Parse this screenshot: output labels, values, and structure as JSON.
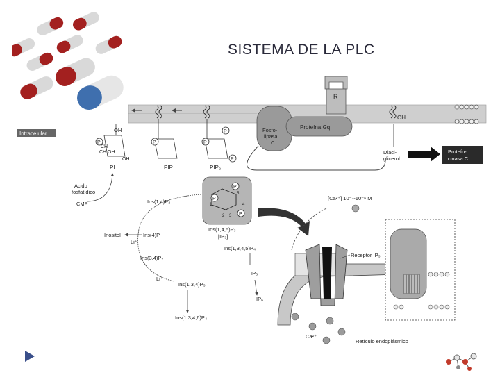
{
  "slide": {
    "title": "SISTEMA DE LA PLC"
  },
  "diagram": {
    "intracelular": "Intracelular",
    "receptor_R": "R",
    "proteina_gq": "Proteína Gq",
    "fosfolipasa": [
      "Fosfo-",
      "lipasa",
      "C"
    ],
    "pi_oh": "OH",
    "pi_ch": "CH",
    "pi_choh": "CH OH",
    "pi_oh2": "OH",
    "membrane_oh": "OH",
    "p": "P",
    "pi_label": "PI",
    "pip_label": "PIP",
    "pip2_label": "PIP₂",
    "diacilglicerol": [
      "Diaci-",
      "glicerol"
    ],
    "proteincinasa": [
      "Proteín-",
      "cinasa C"
    ],
    "acido_fosfatidico": [
      "Acido",
      "fosfatídico"
    ],
    "cmp": "CMP",
    "ins14p2": "Ins(1,4)P₂",
    "ins145p3": [
      "Ins(1,4,5)P₃",
      "[IP₃]"
    ],
    "ring_nums": [
      "5",
      "1",
      "4",
      "2",
      "3"
    ],
    "ca_conc": "[Ca²⁺] 10⁻⁷-10⁻⁶ M",
    "inositol": "Inositol",
    "ins4p": "Ins(4)P",
    "li1": "Li⁺",
    "ins1345p4": "Ins(1,3,4,5)P₄",
    "ins34p2": "Ins(3,4)P₂",
    "ip5": "IP₅",
    "li2": "Li⁺",
    "ins134p3": "Ins(1,3,4)P₃",
    "ip6": "IP₆",
    "ins1346p4": "Ins(1,3,4,6)P₄",
    "receptor_ip3": "Receptor IP₃",
    "ca2": "Ca²⁺",
    "reticulo": "Retículo endoplásmico"
  },
  "colors": {
    "membrane": "#cfcfcf",
    "title": "#2a2a3a",
    "nav": "#3a4f8a",
    "pill_red": "#a3201f",
    "pill_blue": "#3f6fae"
  },
  "icons": {
    "nav": "triangle-right-icon",
    "molecule": "molecule-icon",
    "pills": "pills-photo"
  }
}
